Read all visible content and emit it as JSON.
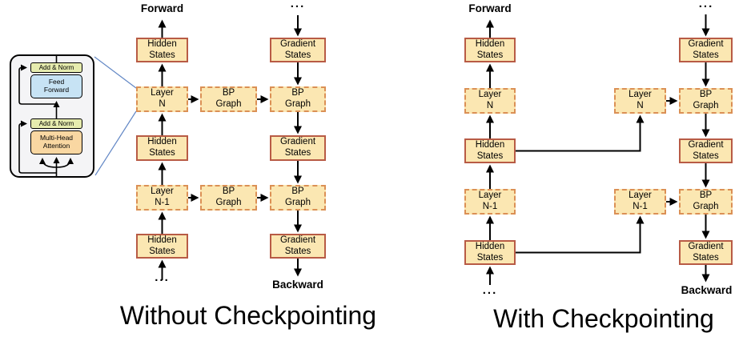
{
  "inset": {
    "add_norm_top": "Add & Norm",
    "feed_forward": "Feed\nForward",
    "add_norm_bottom": "Add & Norm",
    "multi_head_attention": "Multi-Head\nAttention"
  },
  "without": {
    "caption": "Without Checkpointing",
    "forward_label": "Forward",
    "backward_label": "Backward",
    "ellipsis_top": "...",
    "ellipsis_bottom": "...",
    "forward_column": [
      {
        "label": "Hidden\nStates",
        "type": "stored"
      },
      {
        "label": "Layer\nN",
        "type": "transient"
      },
      {
        "label": "Hidden\nStates",
        "type": "stored"
      },
      {
        "label": "Layer\nN-1",
        "type": "transient"
      },
      {
        "label": "Hidden\nStates",
        "type": "stored"
      }
    ],
    "bp_column": [
      {
        "label": "BP\nGraph",
        "type": "transient"
      },
      {
        "label": "BP\nGraph",
        "type": "transient"
      }
    ],
    "gradient_column": [
      {
        "label": "Gradient\nStates",
        "type": "stored"
      },
      {
        "label": "BP\nGraph",
        "type": "transient"
      },
      {
        "label": "Gradient\nStates",
        "type": "stored"
      },
      {
        "label": "BP\nGraph",
        "type": "transient"
      },
      {
        "label": "Gradient\nStates",
        "type": "stored"
      }
    ]
  },
  "with": {
    "caption": "With Checkpointing",
    "forward_label": "Forward",
    "backward_label": "Backward",
    "ellipsis_top": "...",
    "ellipsis_bottom": "...",
    "forward_column": [
      {
        "label": "Hidden\nStates",
        "type": "stored"
      },
      {
        "label": "Layer\nN",
        "type": "transient"
      },
      {
        "label": "Hidden\nStates",
        "type": "stored"
      },
      {
        "label": "Layer\nN-1",
        "type": "transient"
      },
      {
        "label": "Hidden\nStates",
        "type": "stored"
      }
    ],
    "recompute_column": [
      {
        "label": "Layer\nN",
        "type": "transient"
      },
      {
        "label": "Layer\nN-1",
        "type": "transient"
      }
    ],
    "gradient_column": [
      {
        "label": "Gradient\nStates",
        "type": "stored"
      },
      {
        "label": "BP\nGraph",
        "type": "transient"
      },
      {
        "label": "Gradient\nStates",
        "type": "stored"
      },
      {
        "label": "BP\nGraph",
        "type": "transient"
      },
      {
        "label": "Gradient\nStates",
        "type": "stored"
      }
    ]
  },
  "colors": {
    "node_fill": "#FBE7B2",
    "stored_border": "#B85B45",
    "recomputed_border": "#DB9055",
    "zoom_line_blue": "#6287C5",
    "add_norm_fill": "#E6ECAE",
    "feed_forward_fill": "#C7E3F4",
    "attention_fill": "#F9D7A2",
    "inset_background": "#F4F4F6"
  }
}
